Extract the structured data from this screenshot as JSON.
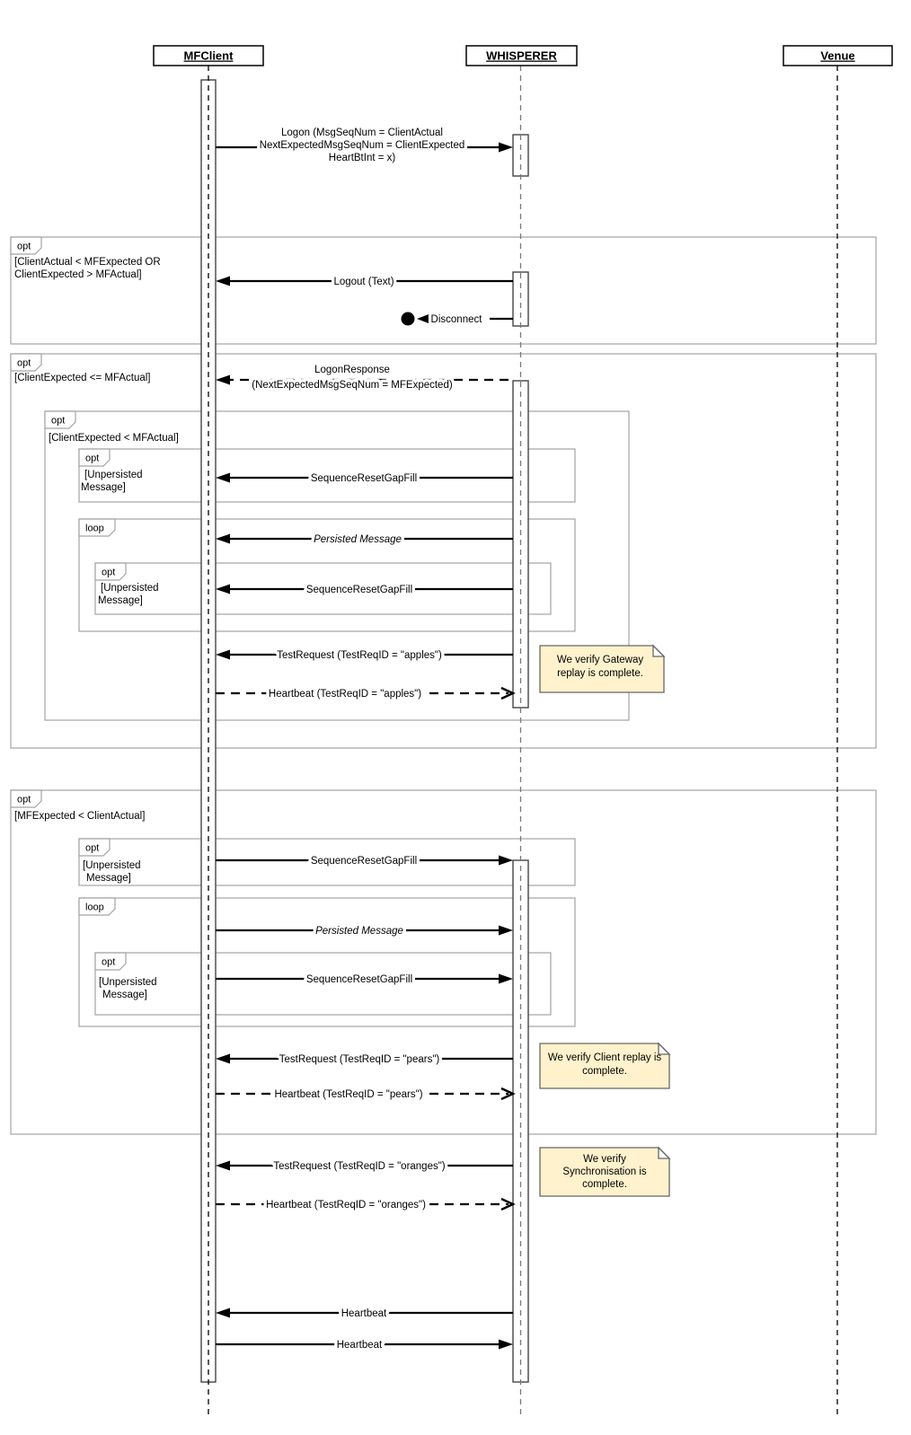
{
  "diagram": {
    "participants": [
      {
        "name": "MFClient"
      },
      {
        "name": "WHISPERER"
      },
      {
        "name": "Venue"
      }
    ],
    "frames": {
      "opt_label": "opt",
      "loop_label": "loop",
      "guard1_l1": "[ClientActual < MFExpected OR",
      "guard1_l2": "ClientExpected > MFActual]",
      "guard2": "[ClientExpected <= MFActual]",
      "guard3": "[ClientExpected < MFActual]",
      "guard_unpersisted_l1": "[Unpersisted",
      "guard_unpersisted_l2": "Message]",
      "guard4": "[MFExpected < ClientActual]"
    },
    "messages": {
      "logon_l1": "Logon (MsgSeqNum = ClientActual",
      "logon_l2": "NextExpectedMsgSeqNum = ClientExpected",
      "logon_l3": "HeartBtInt = x)",
      "logout": "Logout (Text)",
      "disconnect": "Disconnect",
      "logon_response_l1": "LogonResponse",
      "logon_response_l2": "(NextExpectedMsgSeqNum = MFExpected)",
      "seq_reset_gap_fill": "SequenceResetGapFill",
      "persisted_message": "Persisted Message",
      "test_request_apples": "TestRequest (TestReqID = \"apples\")",
      "heartbeat_apples": "Heartbeat (TestReqID = \"apples\")",
      "test_request_pears": "TestRequest (TestReqID = \"pears\")",
      "heartbeat_pears": "Heartbeat (TestReqID = \"pears\")",
      "test_request_oranges": "TestRequest (TestReqID = \"oranges\")",
      "heartbeat_oranges": "Heartbeat (TestReqID = \"oranges\")",
      "heartbeat": "Heartbeat"
    },
    "notes": {
      "note1_l1": "We verify Gateway",
      "note1_l2": "replay is complete.",
      "note2_l1": "We verify Client replay is",
      "note2_l2": "complete.",
      "note3_l1": "We verify",
      "note3_l2": "Synchronisation is",
      "note3_l3": "complete."
    },
    "colors": {
      "note_fill": "#FFF2CC",
      "note_border": "#666666",
      "frame_border": "#A3A3A3"
    }
  }
}
